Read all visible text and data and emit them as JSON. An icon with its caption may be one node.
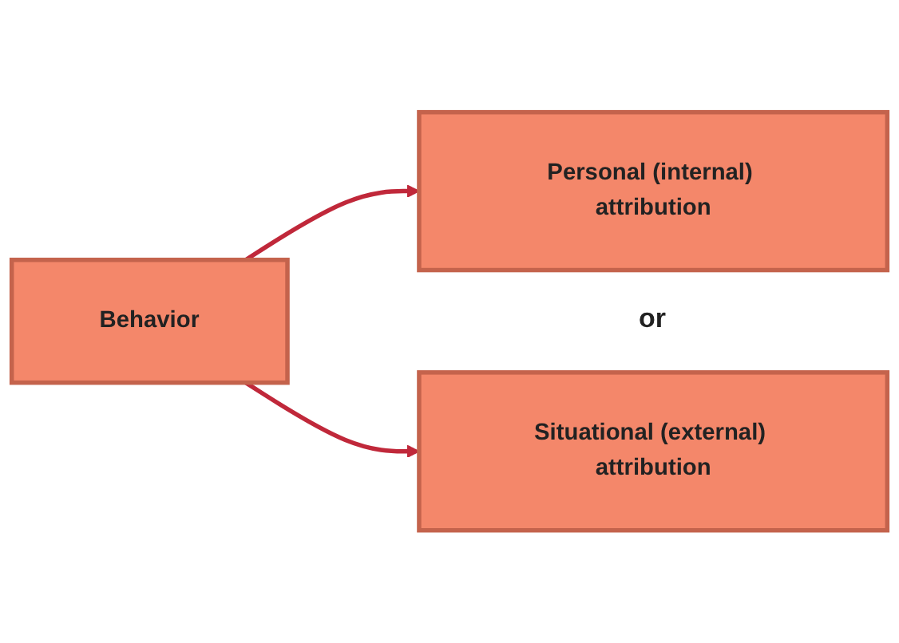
{
  "diagram": {
    "nodes": [
      {
        "text": [
          "Behavior"
        ]
      },
      {
        "text": [
          "Personal (internal) attribution"
        ]
      },
      {
        "text": [
          "Situational (external) attribution"
        ]
      }
    ],
    "edges": [
      {
        "from": 0,
        "to": 1,
        "arrow": "to"
      },
      {
        "from": 0,
        "to": 2,
        "arrow": "to"
      }
    ],
    "labels": [
      "or"
    ]
  }
}
